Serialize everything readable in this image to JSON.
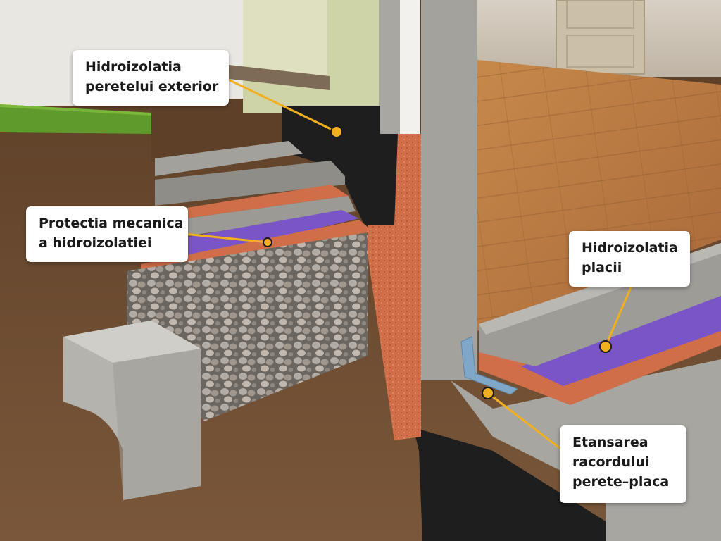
{
  "labels": {
    "wall_waterproofing": {
      "line1": "Hidroizolatia",
      "line2": "peretelui exterior"
    },
    "mechanical_protection": {
      "line1": "Protectia mecanica",
      "line2": "a hidroizolatiei"
    },
    "slab_waterproofing": {
      "line1": "Hidroizolatia",
      "line2": "placii"
    },
    "joint_sealing": {
      "line1": "Etansarea",
      "line2": "racordului",
      "line3": "perete–placa"
    }
  },
  "colors": {
    "soil": "#6b4a30",
    "concrete": "#9c9c98",
    "bitumen_black": "#1e1e1e",
    "insulation_orange": "#cf6e48",
    "membrane_purple": "#7a55c8",
    "grass": "#5f9a2c",
    "wood_floor": "#b57840",
    "leader_yellow": "#f0b020"
  }
}
